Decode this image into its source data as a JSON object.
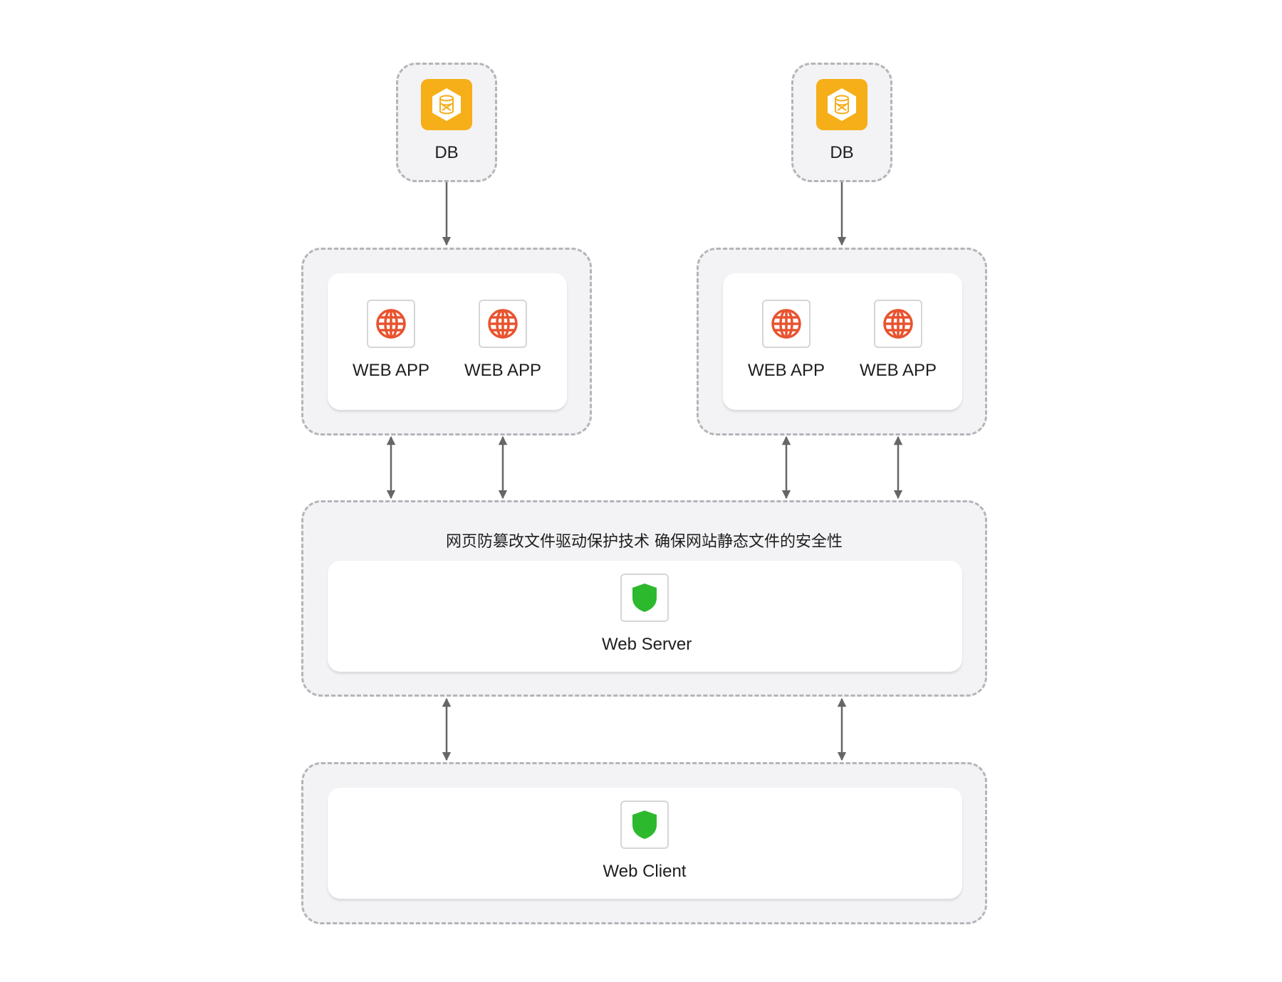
{
  "databases": [
    {
      "label": "DB",
      "icon": "database-icon",
      "color": "#f6ae19"
    },
    {
      "label": "DB",
      "icon": "database-icon",
      "color": "#f6ae19"
    }
  ],
  "app_groups": [
    {
      "apps": [
        {
          "label": "WEB APP",
          "icon": "globe-icon"
        },
        {
          "label": "WEB APP",
          "icon": "globe-icon"
        }
      ]
    },
    {
      "apps": [
        {
          "label": "WEB APP",
          "icon": "globe-icon"
        },
        {
          "label": "WEB APP",
          "icon": "globe-icon"
        }
      ]
    }
  ],
  "server_group": {
    "caption": "网页防篡改文件驱动保护技术 确保网站静态文件的安全性",
    "server": {
      "label": "Web Server",
      "icon": "shield-icon"
    }
  },
  "client_group": {
    "client": {
      "label": "Web Client",
      "icon": "shield-icon"
    }
  },
  "colors": {
    "globe": "#e8532f",
    "shield": "#2db92d",
    "db": "#f6ae19",
    "arrow": "#666666",
    "group_border": "#b4b4b9",
    "group_fill": "#f3f3f5"
  }
}
